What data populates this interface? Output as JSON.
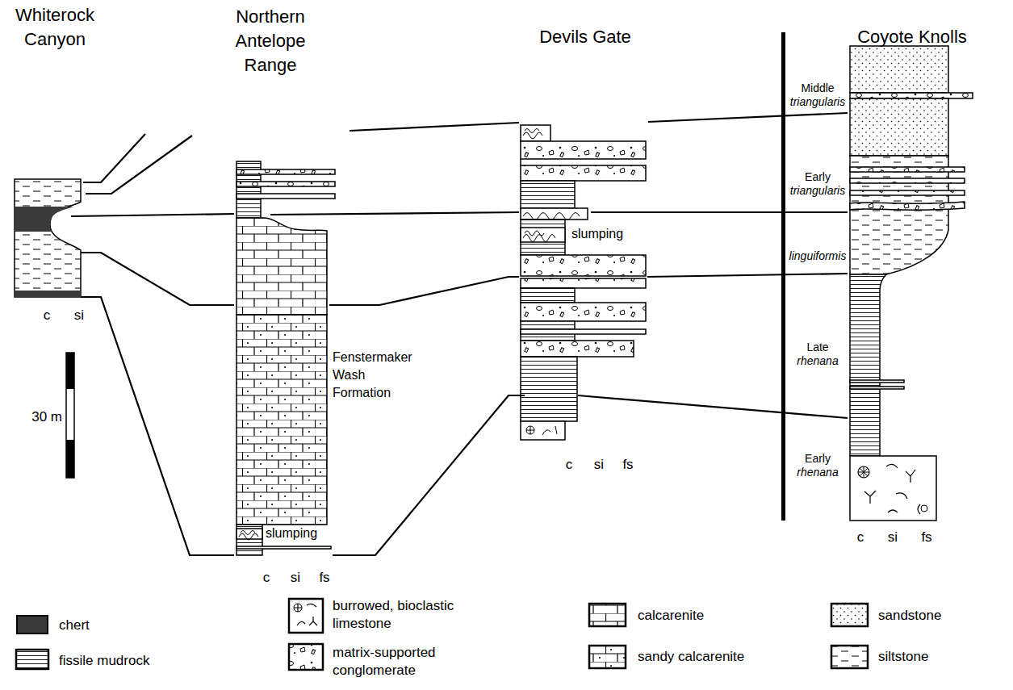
{
  "diagram": {
    "labels": [
      "Whiterock Canyon",
      "Northern Antelope Range",
      "Devils Gate",
      "Coyote Knolls",
      "Middle triangularis",
      "Early triangularis",
      "slumping",
      "linguiformis",
      "Fenstermaker Wash Formation",
      "Late rhenana",
      "c",
      "si",
      "30 m",
      "Early rhenana",
      "c",
      "si",
      "fs",
      "slumping",
      "c",
      "si",
      "fs",
      "c",
      "si",
      "fs"
    ],
    "legend": [
      {
        "text": "chert",
        "color": "#3a3a3a"
      },
      {
        "text": "burrowed, bioclastic limestone"
      },
      {
        "text": "calcarenite"
      },
      {
        "text": "sandstone"
      },
      {
        "text": "fissile mudrock"
      },
      {
        "text": "matrix-supported conglomerate"
      },
      {
        "text": "sandy calcarenite"
      },
      {
        "text": "siltstone"
      }
    ]
  }
}
